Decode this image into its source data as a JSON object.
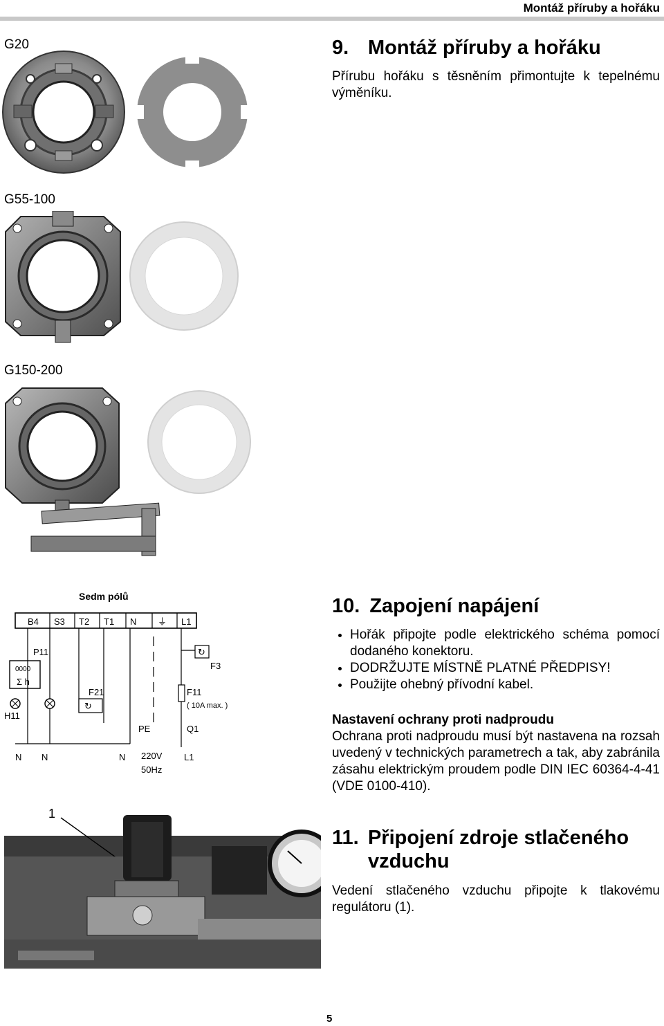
{
  "header": {
    "title": "Montáž příruby a hořáku"
  },
  "models": {
    "g20": "G20",
    "g55": "G55-100",
    "g150": "G150-200"
  },
  "section9": {
    "number": "9.",
    "title": "Montáž příruby a hořáku",
    "text": "Přírubu hořáku s těsněním přimontujte k tepelnému výměníku."
  },
  "section10": {
    "number": "10.",
    "title": "Zapojení napájení",
    "bullets": [
      "Hořák připojte podle elektrického schéma pomocí dodaného konektoru.",
      "DODRŽUJTE MÍSTNĚ PLATNÉ PŘEDPISY!",
      "Použijte ohebný přívodní kabel."
    ],
    "overcurrent_heading": "Nastavení ochrany proti nadproudu",
    "overcurrent_text": "Ochrana proti nadproudu musí být nastavena na rozsah uvedený v technických parametrech a tak, aby zabránila zásahu elektrickým proudem podle DIN IEC 60364-4-41 (VDE 0100-410)."
  },
  "wiring": {
    "title": "Sedm pólů",
    "terminals": [
      "B4",
      "S3",
      "T2",
      "T1",
      "N",
      "⏚",
      "L1"
    ],
    "labels": {
      "p11": "P11",
      "h11": "H11",
      "f21": "F21",
      "f3": "F3",
      "f11": "F11",
      "f11_rating": "( 10A max. )",
      "q1": "Q1",
      "pe": "PE",
      "counter": "0000",
      "sum_h": "Σ h",
      "n": "N",
      "l1": "L1",
      "v220": "220V",
      "hz50": "50Hz"
    }
  },
  "section11": {
    "number": "11.",
    "title": "Připojení zdroje stlačeného vzduchu",
    "text": "Vedení stlačeného vzduchu připojte k tlakovému regulátoru (1).",
    "callout": "1"
  },
  "footer": {
    "page": "5"
  }
}
